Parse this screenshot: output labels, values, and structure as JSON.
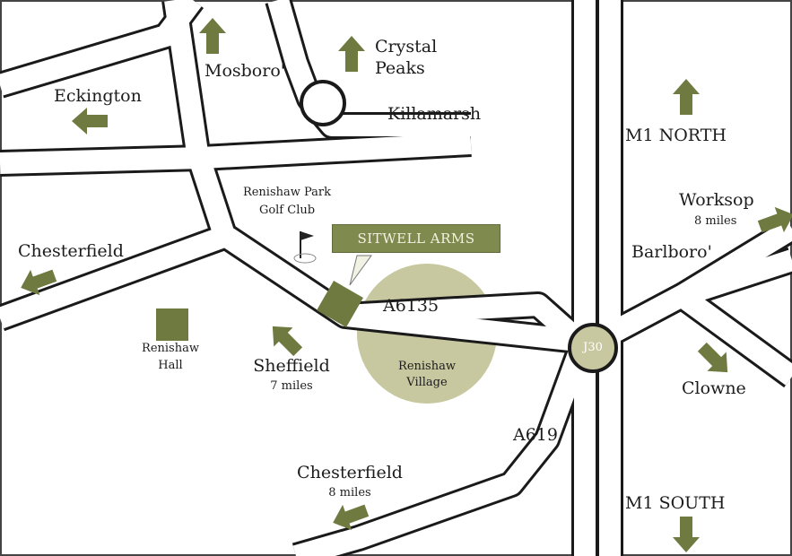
{
  "colors": {
    "road_outline": "#1a1a1a",
    "road_fill": "#ffffff",
    "arrow": "#6e7a3f",
    "landmark": "#6e7a3f",
    "village_circle": "#c7c7a0",
    "pub_sign": "#7f8a4f",
    "pub_text": "#f4f1e0"
  },
  "places": {
    "mosboro": "Mosboro'",
    "crystal_peaks_1": "Crystal",
    "crystal_peaks_2": "Peaks",
    "eckington": "Eckington",
    "killamarsh": "Killamarsh",
    "m1_north": "M1 NORTH",
    "golf_club_1": "Renishaw Park",
    "golf_club_2": "Golf Club",
    "pub_name": "SITWELL ARMS",
    "worksop": "Worksop",
    "worksop_distance": "8 miles",
    "chesterfield_west": "Chesterfield",
    "barlboro": "Barlboro'",
    "a6135": "A6135",
    "renishaw_hall_1": "Renishaw",
    "renishaw_hall_2": "Hall",
    "sheffield": "Sheffield",
    "sheffield_distance": "7 miles",
    "renishaw_village_1": "Renishaw",
    "renishaw_village_2": "Village",
    "junction": "J30",
    "clowne": "Clowne",
    "a619": "A619",
    "chesterfield_south": "Chesterfield",
    "chesterfield_south_distance": "8 miles",
    "m1_south": "M1 SOUTH"
  },
  "icons": {
    "golf_flag": "golf-flag-icon",
    "arrow": "direction-arrow-icon"
  }
}
